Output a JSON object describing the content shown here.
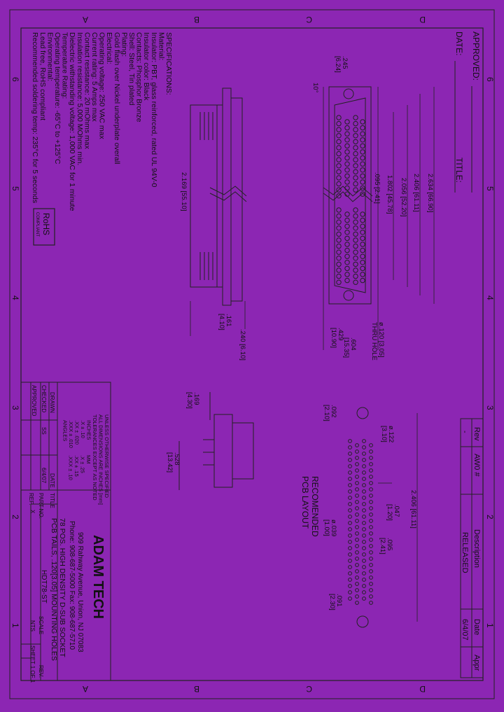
{
  "colors": {
    "background": "#8c26b3",
    "ink": "#111111",
    "line": "#222222"
  },
  "zones": {
    "letters": [
      "A",
      "B",
      "C",
      "D"
    ],
    "numbers": [
      "6",
      "5",
      "4",
      "3",
      "2",
      "1"
    ]
  },
  "approval": {
    "approved": "APPROVED:",
    "date": "DATE:",
    "title": "TITLE:"
  },
  "revision_table": {
    "headers": [
      "Rev",
      "AW0 #",
      "Description",
      "Date",
      "Appr"
    ],
    "row": [
      "-",
      "",
      "RELEASED",
      "6/4/07",
      ""
    ]
  },
  "specifications": {
    "lines": [
      "SPECIFICATIONS:",
      "Material:",
      "Insulator:  PBT, glass reinforced, rated UL 94V-0",
      "Insulator color: Black",
      "Contacts:  Phosphor Bronze",
      "Shell: Steel, Tin plated",
      "Plating:",
      "Gold flash over Nickel underplate overall",
      "Electrical:",
      "Operating voltage: 250 VAC max",
      "Current rating: 5 Amps max",
      "Contact resistance: 20 mOhms max",
      "Insulation resistance: 5,000 MOhms min.",
      "Dielectric withstanding voltage: 1,000 VAC for 1 minute",
      "Temperature Rating:",
      "Operating temperature: -65°C to +125°C",
      "Environmental:",
      "Lead free, RoHS compliant",
      "Recommended soldering temp: 235°C for 5 seconds"
    ],
    "rohs_logo": "RoHS",
    "rohs_sub": "COMPLIANT"
  },
  "dimensions": {
    "top_a": ".245",
    "top_a_mm": "[6.24]",
    "angle": "10°",
    "overall": "2.634 [66.90]",
    "mount": "2.406 [61.11]",
    "shell_outer": "2.056 [52.20]",
    "shell_inner": "1.802 [45.78]",
    "pitch": ".095 [2.41]",
    "side_len": "2.169 [55.10]",
    "hole": "ø.120 [3.05]",
    "hole_note": "THRU HOLE",
    "b1": ".161",
    "b1_mm": "[4.10]",
    "b2": ".240 [6.10]",
    "b3": ".429",
    "b3_mm": "[10.90]",
    "b4": ".604",
    "b4_mm": "[15.35]",
    "end_h": ".169",
    "end_h_mm": "[4.30]",
    "end_w": ".528",
    "end_w_mm": "[13.42]",
    "pcb_a": ".092",
    "pcb_a_mm": "[2.10]",
    "pcb_hole": "ø.122",
    "pcb_hole_mm": "[3.10]",
    "pcb_b": ".047",
    "pcb_b_mm": "[1.20]",
    "pcb_c": ".095",
    "pcb_c_mm": "[2.41]",
    "pcb_d": "ø.039",
    "pcb_d_mm": "[1.00]",
    "pcb_e": ".091",
    "pcb_e_mm": "[2.30]",
    "pcb_total": "2.406 [61.11]",
    "pcb_label_1": "RECOMENDED",
    "pcb_label_2": "PCB  LAYOUT"
  },
  "title_block": {
    "tol_lines": [
      "UNLESS OTHERWISE SPECIFIED",
      "ALL DIMENSIONS ARE INCHES [mm]",
      "TOLERANCES EXCEPT AS NOTED",
      "INCHES",
      ".X    ± .10",
      ".XX   ± .020",
      ".XXX  ± .010",
      "ANGLES"
    ],
    "mm_lines": [
      "MM",
      ".X    ± .25",
      ".XX   ± .15",
      ".XXX  ± .10"
    ],
    "labels": {
      "drawn": "DRAWN",
      "checked": "CHECKED",
      "approved": "APPROVED",
      "date": "DATE"
    },
    "drawn_by": "SS",
    "drawn_date": "6/4/07",
    "company": "ADAM TECH",
    "address": "909 Rahway Avenue, Union, NJ 07083",
    "phone": "Phone: 908-687-5000  Fax: 908-687-5710",
    "title_label": "TITLE",
    "title_1": "78 POS. HIGH DENSITY D-SUB SOCKET",
    "title_2": "PCB TAILS, .120[3.05] MOUNTING HOLES",
    "part_label": "PART NO.",
    "part_no": "HDT78-ST",
    "scale": "SCALE",
    "scale_val": "X",
    "sheet": "SHEET 1 OF 1",
    "ref": "REF.",
    "rev": "REV.",
    "nts": "NTS"
  }
}
